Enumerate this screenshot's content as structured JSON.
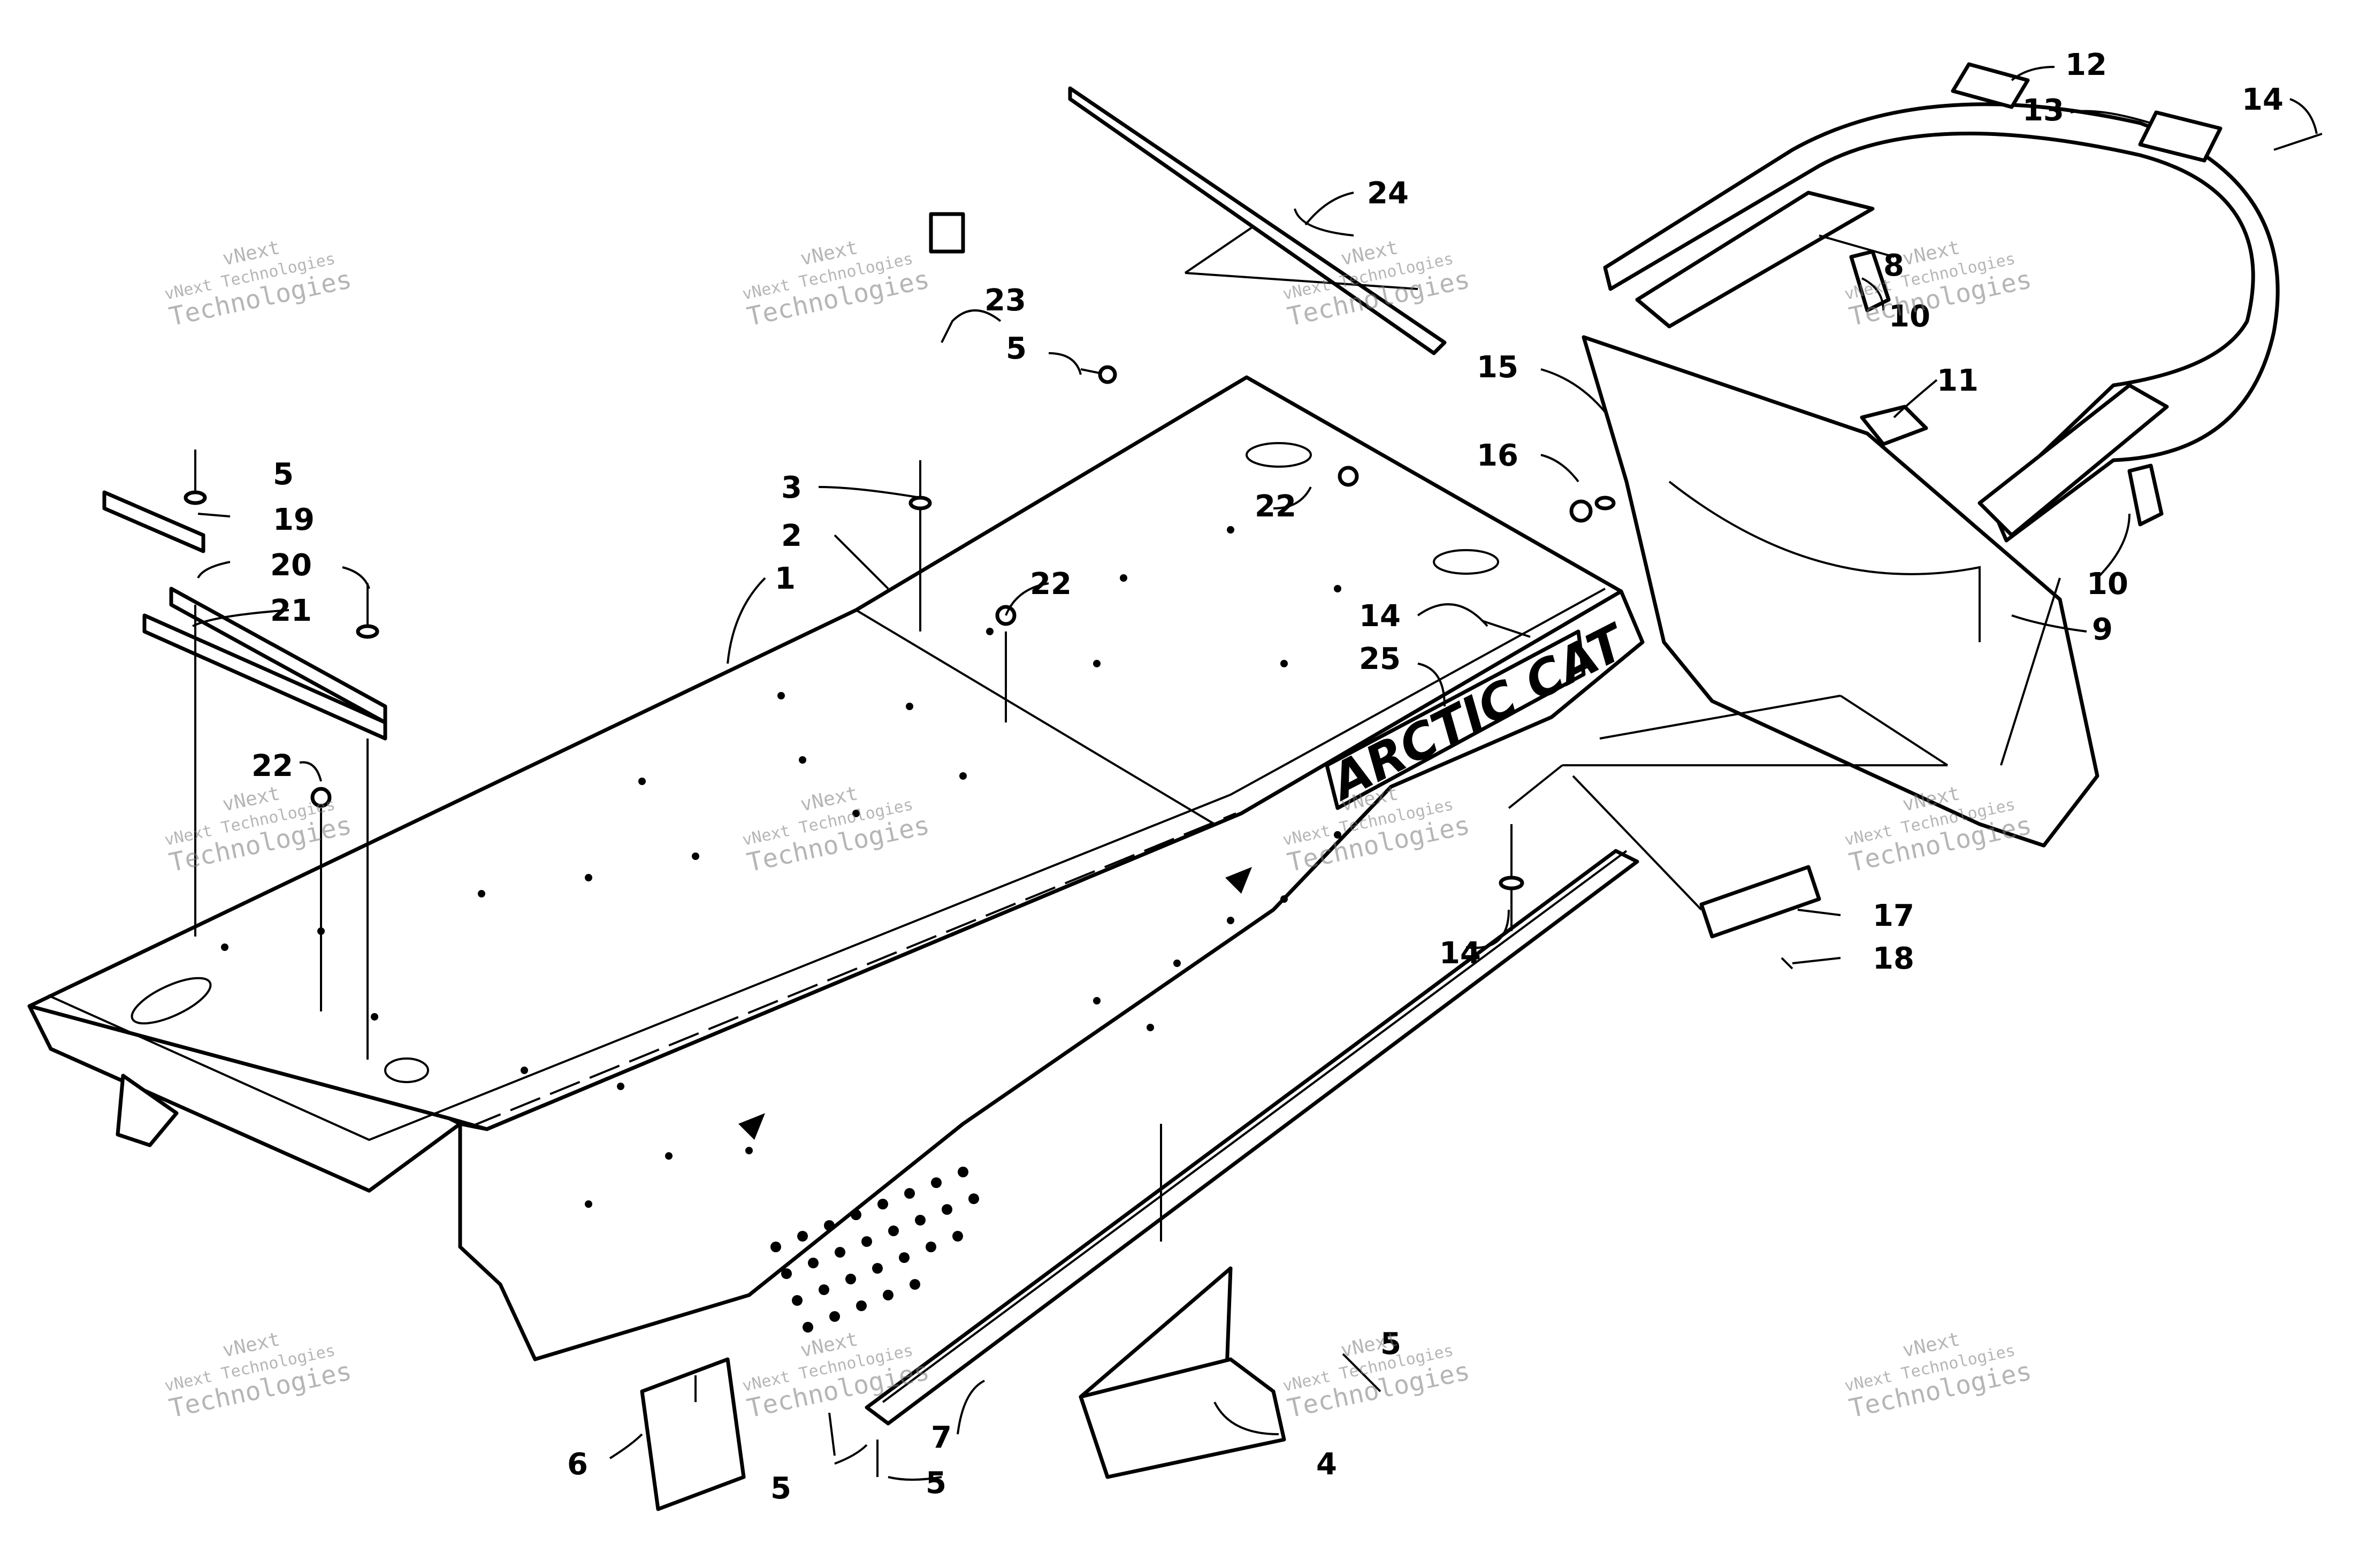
{
  "diagram": {
    "callouts": [
      "1",
      "2",
      "3",
      "4",
      "5",
      "5",
      "5",
      "5",
      "5",
      "5",
      "6",
      "7",
      "8",
      "9",
      "10",
      "10",
      "11",
      "12",
      "13",
      "14",
      "14",
      "14",
      "15",
      "16",
      "17",
      "18",
      "19",
      "20",
      "21",
      "22",
      "22",
      "22",
      "23",
      "24",
      "25"
    ],
    "logo_text": "ARCTIC CAT",
    "watermark": {
      "line1": "vNext",
      "line2": "vNext Technologies",
      "line3": "Technologies"
    }
  }
}
